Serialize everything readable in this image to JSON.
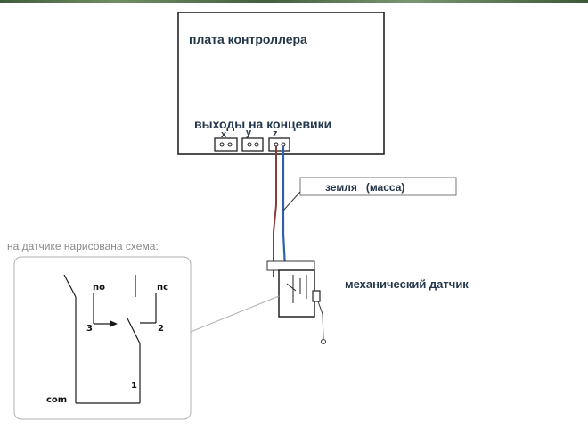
{
  "controller": {
    "title": "плата контроллера",
    "outputs_label": "выходы на концевики",
    "axes": [
      "x",
      "y",
      "z"
    ]
  },
  "ground": {
    "label": "земля",
    "sublabel": "(масса)"
  },
  "sensor": {
    "label": "механический датчик"
  },
  "schema": {
    "title": "на датчике нарисована схема:",
    "pins": {
      "no": "no",
      "nc": "nc",
      "p3": "3",
      "p2": "2",
      "p1": "1",
      "com": "com"
    }
  },
  "colors": {
    "wire_red": "#8b3a3a",
    "wire_blue": "#2f5fa8",
    "line_dark": "#1a1a1a",
    "callout_gray": "#b0b0b0",
    "text": "#24364a"
  }
}
